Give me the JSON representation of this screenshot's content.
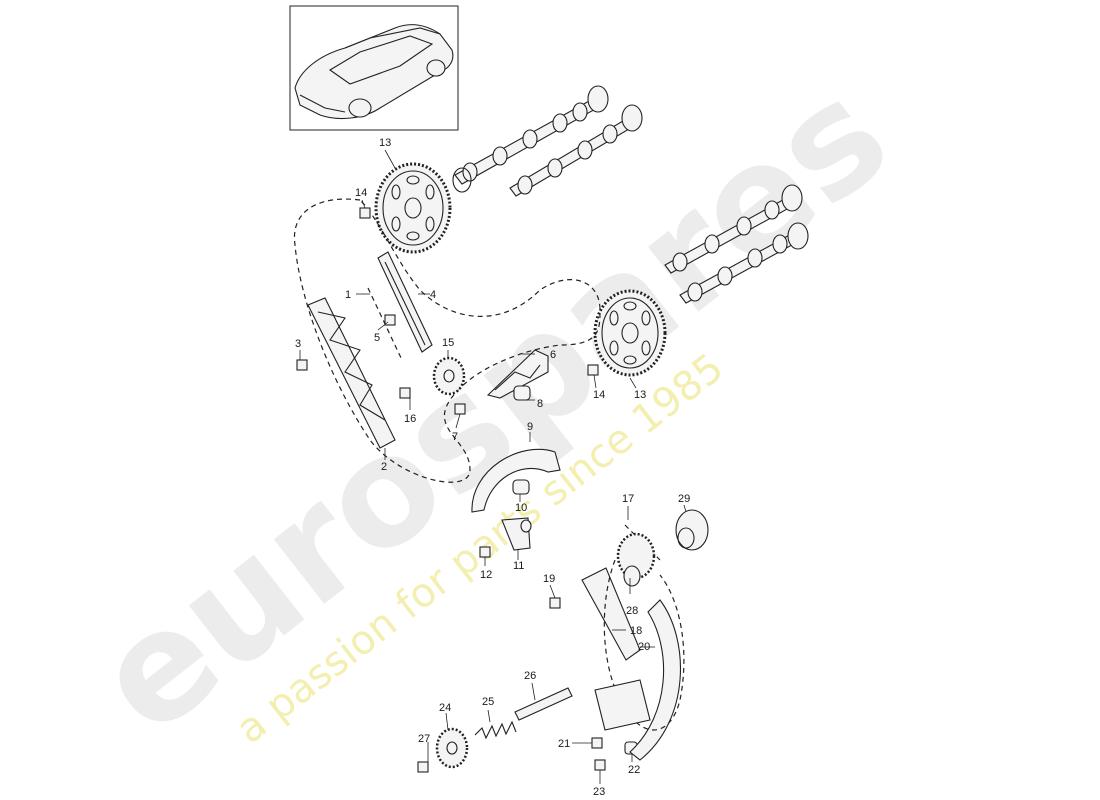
{
  "watermark": {
    "brand": "eurospares",
    "tagline": "a passion for parts since 1985",
    "brand_color": "#e6e6e6",
    "tagline_color": "#f2eda0"
  },
  "thumbnail": {
    "icon": "car-icon"
  },
  "callouts": [
    {
      "id": "c13a",
      "text": "13"
    },
    {
      "id": "c14a",
      "text": "14"
    },
    {
      "id": "c1",
      "text": "1"
    },
    {
      "id": "c4",
      "text": "4"
    },
    {
      "id": "c5",
      "text": "5"
    },
    {
      "id": "c3",
      "text": "3"
    },
    {
      "id": "c15",
      "text": "15"
    },
    {
      "id": "c6",
      "text": "6"
    },
    {
      "id": "c16",
      "text": "16"
    },
    {
      "id": "c7",
      "text": "7"
    },
    {
      "id": "c8",
      "text": "8"
    },
    {
      "id": "c14b",
      "text": "14"
    },
    {
      "id": "c13b",
      "text": "13"
    },
    {
      "id": "c2",
      "text": "2"
    },
    {
      "id": "c9",
      "text": "9"
    },
    {
      "id": "c10",
      "text": "10"
    },
    {
      "id": "c12",
      "text": "12"
    },
    {
      "id": "c11",
      "text": "11"
    },
    {
      "id": "c17",
      "text": "17"
    },
    {
      "id": "c29",
      "text": "29"
    },
    {
      "id": "c19",
      "text": "19"
    },
    {
      "id": "c28",
      "text": "28"
    },
    {
      "id": "c18",
      "text": "18"
    },
    {
      "id": "c20",
      "text": "20"
    },
    {
      "id": "c26",
      "text": "26"
    },
    {
      "id": "c24",
      "text": "24"
    },
    {
      "id": "c25",
      "text": "25"
    },
    {
      "id": "c27",
      "text": "27"
    },
    {
      "id": "c21",
      "text": "21"
    },
    {
      "id": "c22",
      "text": "22"
    },
    {
      "id": "c23",
      "text": "23"
    }
  ]
}
